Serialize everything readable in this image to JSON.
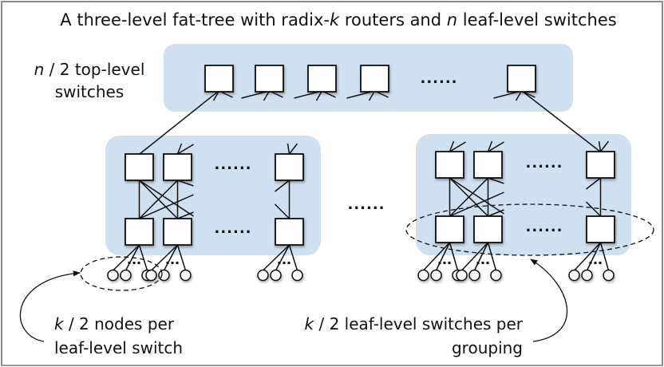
{
  "title": {
    "parts": [
      "A three-level fat-tree with radix-",
      "k",
      " routers and ",
      "n",
      " leaf-level switches"
    ]
  },
  "top_label": {
    "line1": [
      "n",
      " / 2  top-level"
    ],
    "line2": "switches"
  },
  "bottom_left_label": {
    "line1": [
      "k",
      " / 2 nodes per"
    ],
    "line2": "leaf-level switch"
  },
  "bottom_right_label": {
    "line1": [
      "k",
      " / 2 leaf-level switches per"
    ],
    "line2": "grouping"
  },
  "ellipsis": "......",
  "colors": {
    "panel": "#cfe0f1",
    "stroke": "#111111",
    "border": "#8a8a8a"
  },
  "structure": {
    "top_level_switches_visible": 5,
    "groupings_visible": 2,
    "columns_per_grouping_visible": 3,
    "rows_per_grouping": 2,
    "nodes_per_leaf_switch_visible": 3
  }
}
